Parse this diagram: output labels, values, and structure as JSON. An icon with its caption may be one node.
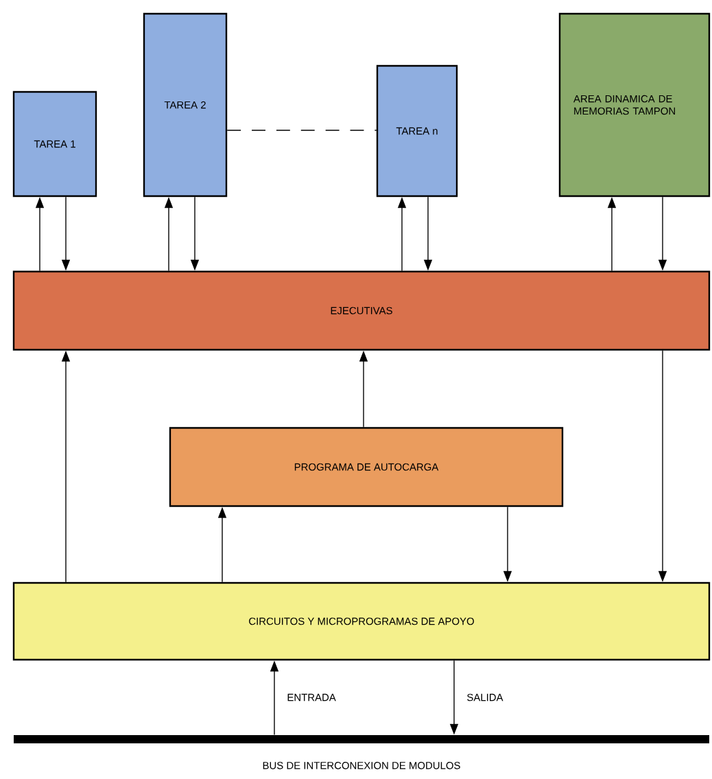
{
  "diagram": {
    "nodes": [
      {
        "text": [
          "TAREA 1"
        ]
      },
      {
        "text": [
          "TAREA 2"
        ]
      },
      {
        "text": [
          "TAREA n"
        ]
      },
      {
        "text": [
          "AREA DINAMICA DE MEMORIAS TAMPON"
        ]
      },
      {
        "text": [
          "EJECUTIVAS"
        ]
      },
      {
        "text": [
          "PROGRAMA DE AUTOCARGA"
        ]
      },
      {
        "text": [
          "CIRCUITOS Y MICROPROGRAMAS DE APOYO"
        ]
      },
      {
        "text": [
          "BUS DE INTERCONEXION DE MODULOS"
        ]
      }
    ],
    "edges": [
      {
        "from": 4,
        "to": 0,
        "arrow": "to"
      },
      {
        "from": 0,
        "to": 4,
        "arrow": "to"
      },
      {
        "from": 4,
        "to": 1,
        "arrow": "to"
      },
      {
        "from": 1,
        "to": 4,
        "arrow": "to"
      },
      {
        "from": 4,
        "to": 2,
        "arrow": "to"
      },
      {
        "from": 2,
        "to": 4,
        "arrow": "to"
      },
      {
        "from": 4,
        "to": 3,
        "arrow": "to"
      },
      {
        "from": 3,
        "to": 4,
        "arrow": "to"
      },
      {
        "from": 1,
        "to": 2,
        "arrow": "none",
        "style": "dashed"
      },
      {
        "from": 6,
        "to": 4,
        "arrow": "to"
      },
      {
        "from": 5,
        "to": 4,
        "arrow": "to"
      },
      {
        "from": 6,
        "to": 5,
        "arrow": "to"
      },
      {
        "from": 5,
        "to": 6,
        "arrow": "to"
      },
      {
        "from": 4,
        "to": 6,
        "arrow": "to"
      },
      {
        "from": 7,
        "to": 6,
        "arrow": "to",
        "label": "ENTRADA"
      },
      {
        "from": 6,
        "to": 7,
        "arrow": "to",
        "label": "SALIDA"
      }
    ]
  }
}
